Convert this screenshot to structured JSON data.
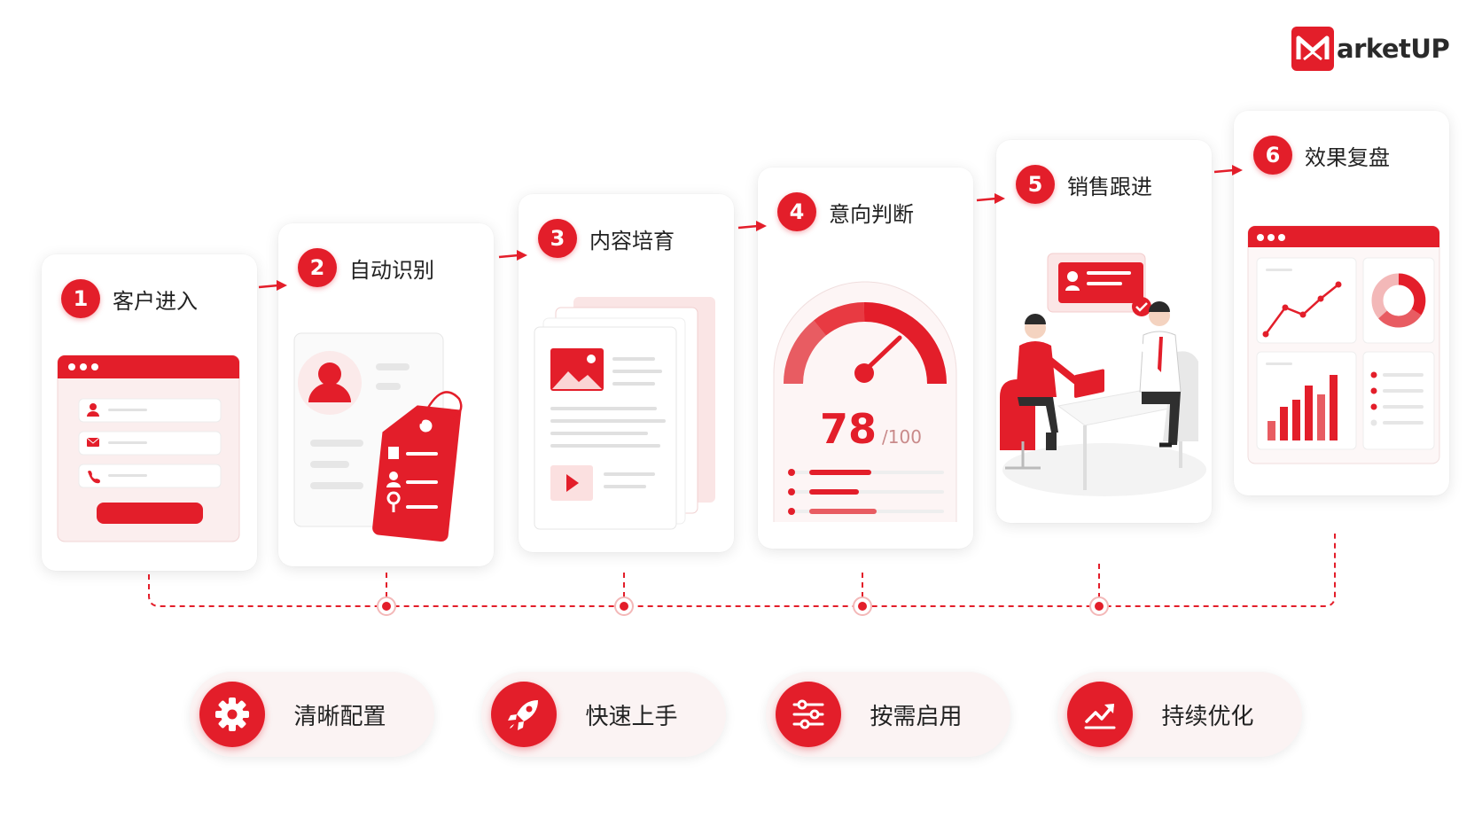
{
  "brand": {
    "name": "arketUP",
    "color": "#e31e2a"
  },
  "steps": [
    {
      "num": "1",
      "label": "客户进入"
    },
    {
      "num": "2",
      "label": "自动识别"
    },
    {
      "num": "3",
      "label": "内容培育"
    },
    {
      "num": "4",
      "label": "意向判断",
      "score": "78",
      "score_max": "/100"
    },
    {
      "num": "5",
      "label": "销售跟进"
    },
    {
      "num": "6",
      "label": "效果复盘"
    }
  ],
  "benefits": [
    {
      "label": "清晰配置",
      "icon": "gear-icon"
    },
    {
      "label": "快速上手",
      "icon": "rocket-icon"
    },
    {
      "label": "按需启用",
      "icon": "sliders-icon"
    },
    {
      "label": "持续优化",
      "icon": "trend-up-icon"
    }
  ]
}
